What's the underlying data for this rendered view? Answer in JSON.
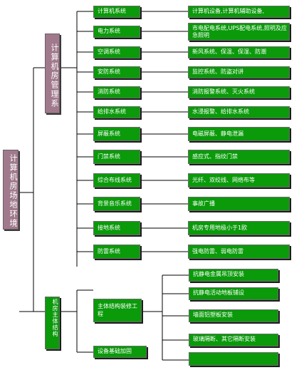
{
  "root": {
    "label": "计算机房场地环境"
  },
  "management": {
    "label": "计算机房管理系",
    "systems": [
      {
        "name": "计算机系统",
        "detail": "计算机设备,计算机辅助设备,"
      },
      {
        "name": "电力系统",
        "detail": "市电配电系统,UPS配电系统,照明及应急照明"
      },
      {
        "name": "空调系统",
        "detail": "新风系统、保温、保湿、防潮"
      },
      {
        "name": "安防系统",
        "detail": "监控系统、防盗对讲"
      },
      {
        "name": "消防系统",
        "detail": "消防报警系统、灭火系统"
      },
      {
        "name": "给排水系统",
        "detail": "水浸报警、给排水系统"
      },
      {
        "name": "屏蔽系统",
        "detail": "电磁屏蔽、静电泄漏"
      },
      {
        "name": "门禁系统",
        "detail": "感应式、指纹门禁"
      },
      {
        "name": "综合布线系统",
        "detail": "光纤、双绞线、网络布等"
      },
      {
        "name": "背景音乐系统",
        "detail": "事故广播"
      },
      {
        "name": "接地系统",
        "detail": "机房专用地极小于1欧"
      },
      {
        "name": "防雷系统",
        "detail": "强电防雷、弱电防雷"
      }
    ]
  },
  "structure": {
    "label": "机房主体结构",
    "main": {
      "label": "主体结构装修工程"
    },
    "foundation": {
      "label": "设备基础加固"
    },
    "items": [
      "抗静电金属吊顶安装",
      "抗静电活动地板铺设",
      "墙面铝塑板安装",
      "玻璃隔断、其它隔断安装",
      ""
    ]
  }
}
